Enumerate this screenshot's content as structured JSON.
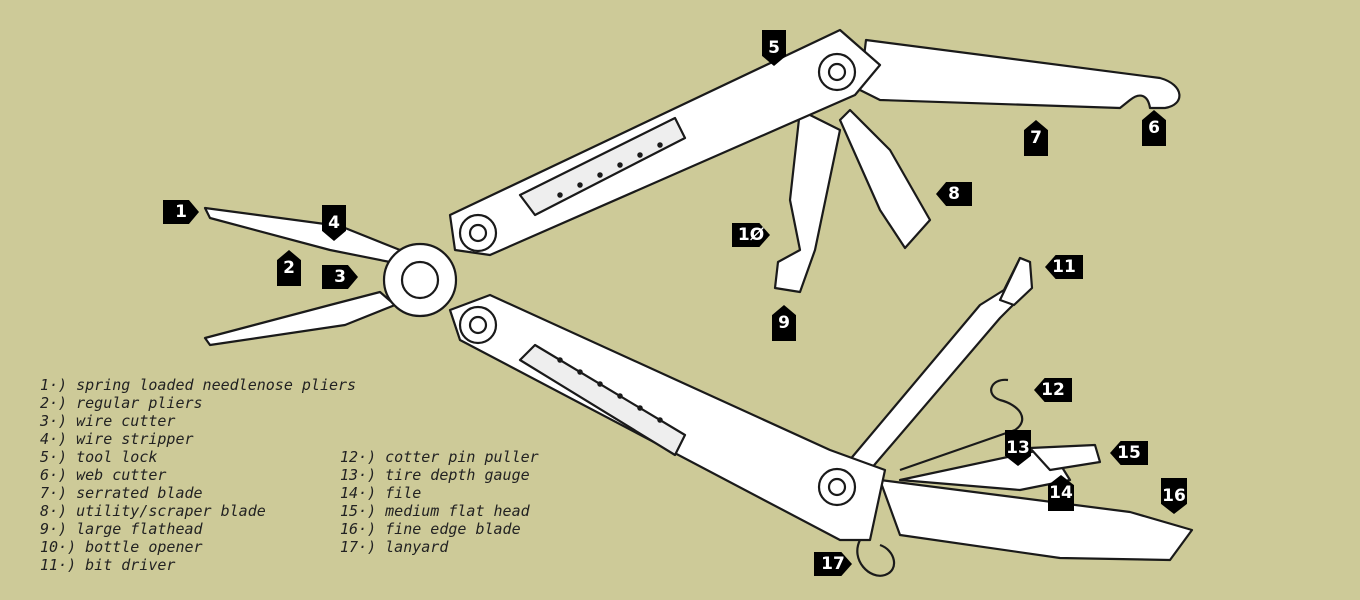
{
  "callouts": [
    {
      "id": "1",
      "label": "1"
    },
    {
      "id": "2",
      "label": "2"
    },
    {
      "id": "3",
      "label": "3"
    },
    {
      "id": "4",
      "label": "4"
    },
    {
      "id": "5",
      "label": "5"
    },
    {
      "id": "6",
      "label": "6"
    },
    {
      "id": "7",
      "label": "7"
    },
    {
      "id": "8",
      "label": "8"
    },
    {
      "id": "9",
      "label": "9"
    },
    {
      "id": "10",
      "label": "1Ø"
    },
    {
      "id": "11",
      "label": "11"
    },
    {
      "id": "12",
      "label": "12"
    },
    {
      "id": "13",
      "label": "13"
    },
    {
      "id": "14",
      "label": "14"
    },
    {
      "id": "15",
      "label": "15"
    },
    {
      "id": "16",
      "label": "16"
    },
    {
      "id": "17",
      "label": "17"
    }
  ],
  "legend_left": [
    "1·) spring loaded needlenose pliers",
    "2·) regular pliers",
    "3·) wire cutter",
    "4·) wire stripper",
    "5·) tool lock",
    "6·) web cutter",
    "7·) serrated blade",
    "8·) utility/scraper blade",
    "9·) large flathead",
    "10·) bottle opener",
    "11·) bit driver"
  ],
  "legend_right": [
    "12·) cotter pin puller",
    "13·) tire depth gauge",
    "14·) file",
    "15·) medium flat head",
    "16·) fine edge blade",
    "17·) lanyard"
  ],
  "colors": {
    "background": "#cdca98",
    "outline": "#1a1a1a",
    "fill": "#ffffff",
    "tag": "#000000"
  }
}
